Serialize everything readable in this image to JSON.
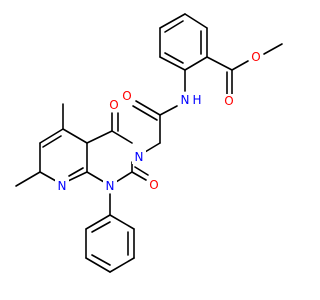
{
  "atoms": [
    {
      "id": "o_ketone",
      "text": "O",
      "color": "#ff0000"
    },
    {
      "id": "o_amide",
      "text": "O",
      "color": "#ff0000"
    },
    {
      "id": "o_urea",
      "text": "O",
      "color": "#ff0000"
    },
    {
      "id": "o_ester_carbonyl",
      "text": "O",
      "color": "#ff0000"
    },
    {
      "id": "o_ester_ether",
      "text": "O",
      "color": "#ff0000"
    },
    {
      "id": "n_amide",
      "text": "N",
      "color": "#0000ff"
    },
    {
      "id": "h_amide",
      "text": "H",
      "color": "#0000ff"
    },
    {
      "id": "n3",
      "text": "N",
      "color": "#0000ff"
    },
    {
      "id": "n1",
      "text": "N",
      "color": "#0000ff"
    },
    {
      "id": "n_pyridine",
      "text": "N",
      "color": "#0000ff"
    }
  ],
  "colors": {
    "bond": "#000000",
    "oxygen": "#ff0000",
    "nitrogen": "#0000ff",
    "background": "#ffffff"
  }
}
